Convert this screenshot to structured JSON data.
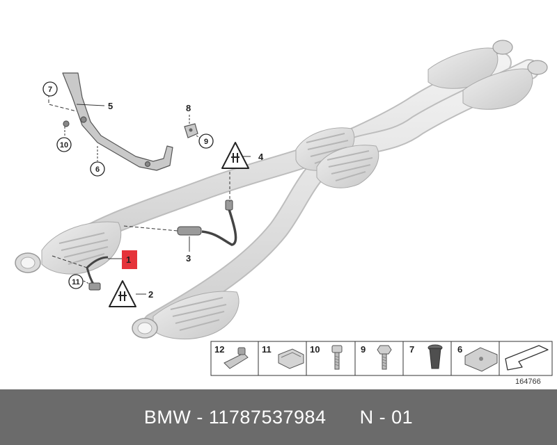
{
  "diagram": {
    "callouts": {
      "c1": "1",
      "c2": "2",
      "c3": "3",
      "c4": "4",
      "c5": "5",
      "c6": "6",
      "c7": "7",
      "c8": "8",
      "c9": "9",
      "c10": "10",
      "c11": "11"
    },
    "legend": {
      "items": [
        "12",
        "11",
        "10",
        "9",
        "7",
        "6"
      ]
    },
    "reference_number": "164766",
    "highlight_color": "#e5333a"
  },
  "footer": {
    "brand": "BMW",
    "sep1": " - ",
    "part_number": "11787537984",
    "spacer": "      ",
    "position": "N - 01"
  }
}
